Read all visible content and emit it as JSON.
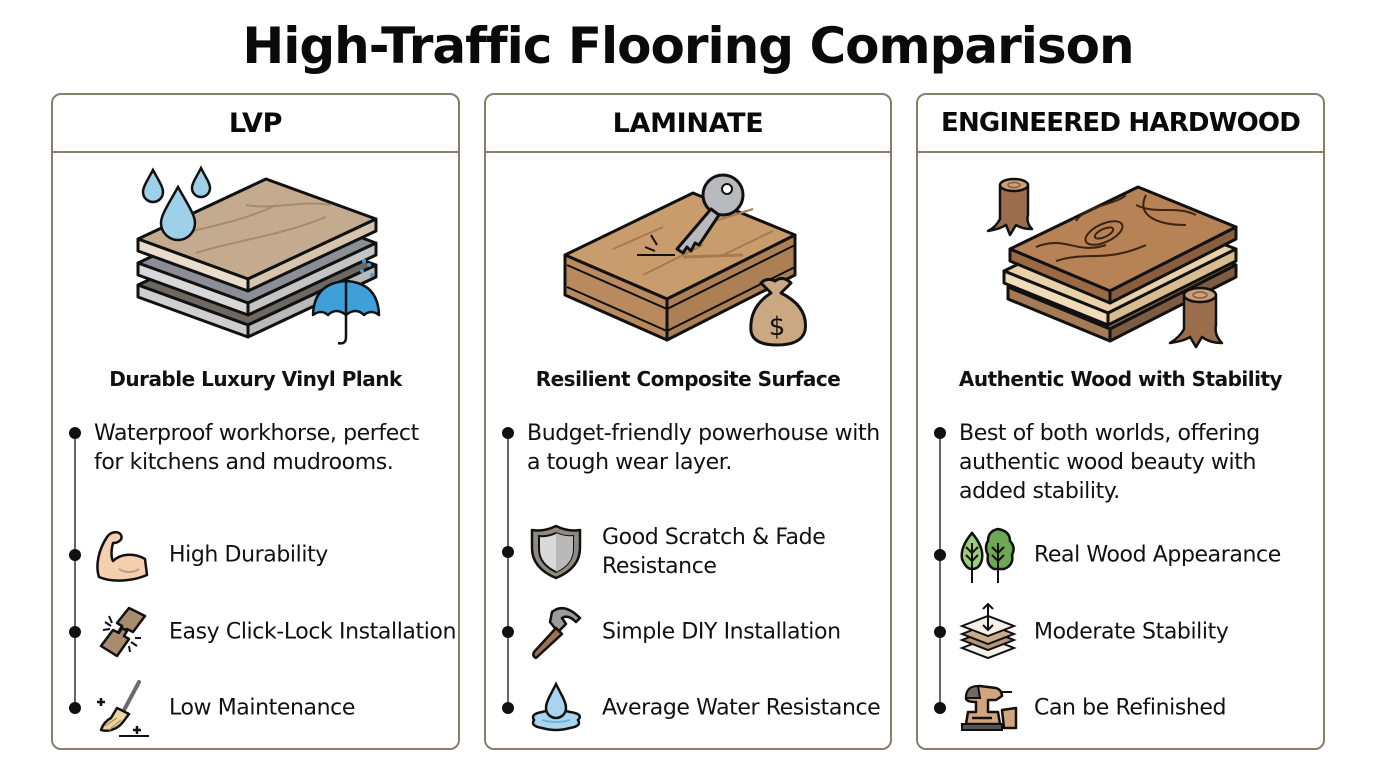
{
  "title": "High-Traffic Flooring Comparison",
  "colors": {
    "border": "#8a7d6a",
    "text": "#111111",
    "timeline": "#666666",
    "water_blue": "#8cc8e6",
    "umbrella_blue": "#3f9fd8",
    "wood_light": "#c9a882",
    "wood_dark": "#a0714f",
    "green": "#8cbf6a"
  },
  "cards": [
    {
      "header": "LVP",
      "hero_icon": "layered-vinyl-planks-with-water-drops-and-umbrella",
      "subtitle": "Durable Luxury Vinyl Plank",
      "description": "Waterproof workhorse, perfect for kitchens and mudrooms.",
      "features": [
        {
          "icon": "flexed-bicep-icon",
          "label": "High Durability"
        },
        {
          "icon": "click-lock-joint-icon",
          "label": "Easy Click-Lock Installation"
        },
        {
          "icon": "broom-sparkle-icon",
          "label": "Low Maintenance"
        }
      ]
    },
    {
      "header": "LAMINATE",
      "hero_icon": "laminate-board-with-key-scratch-and-money-bag",
      "subtitle": "Resilient Composite Surface",
      "description": "Budget-friendly powerhouse with a tough wear layer.",
      "features": [
        {
          "icon": "shield-icon",
          "label": "Good Scratch & Fade Resistance"
        },
        {
          "icon": "hammer-icon",
          "label": "Simple DIY Installation"
        },
        {
          "icon": "water-drop-puddle-icon",
          "label": "Average Water Resistance"
        }
      ]
    },
    {
      "header": "ENGINEERED HARDWOOD",
      "hero_icon": "stacked-wood-planks-with-tree-stumps",
      "subtitle": "Authentic Wood with Stability",
      "description": "Best of both worlds, offering authentic wood beauty with added stability.",
      "features": [
        {
          "icon": "trees-icon",
          "label": "Real Wood Appearance"
        },
        {
          "icon": "layered-stability-icon",
          "label": "Moderate Stability"
        },
        {
          "icon": "orbital-sander-icon",
          "label": "Can be Refinished"
        }
      ]
    }
  ]
}
